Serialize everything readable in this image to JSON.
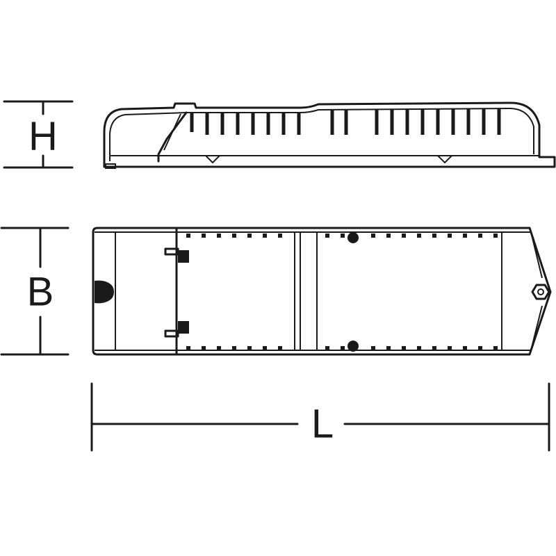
{
  "dimensions": {
    "height_label": "H",
    "width_label": "B",
    "length_label": "L"
  },
  "colors": {
    "line": "#1a1a1a",
    "background": "#ffffff"
  }
}
